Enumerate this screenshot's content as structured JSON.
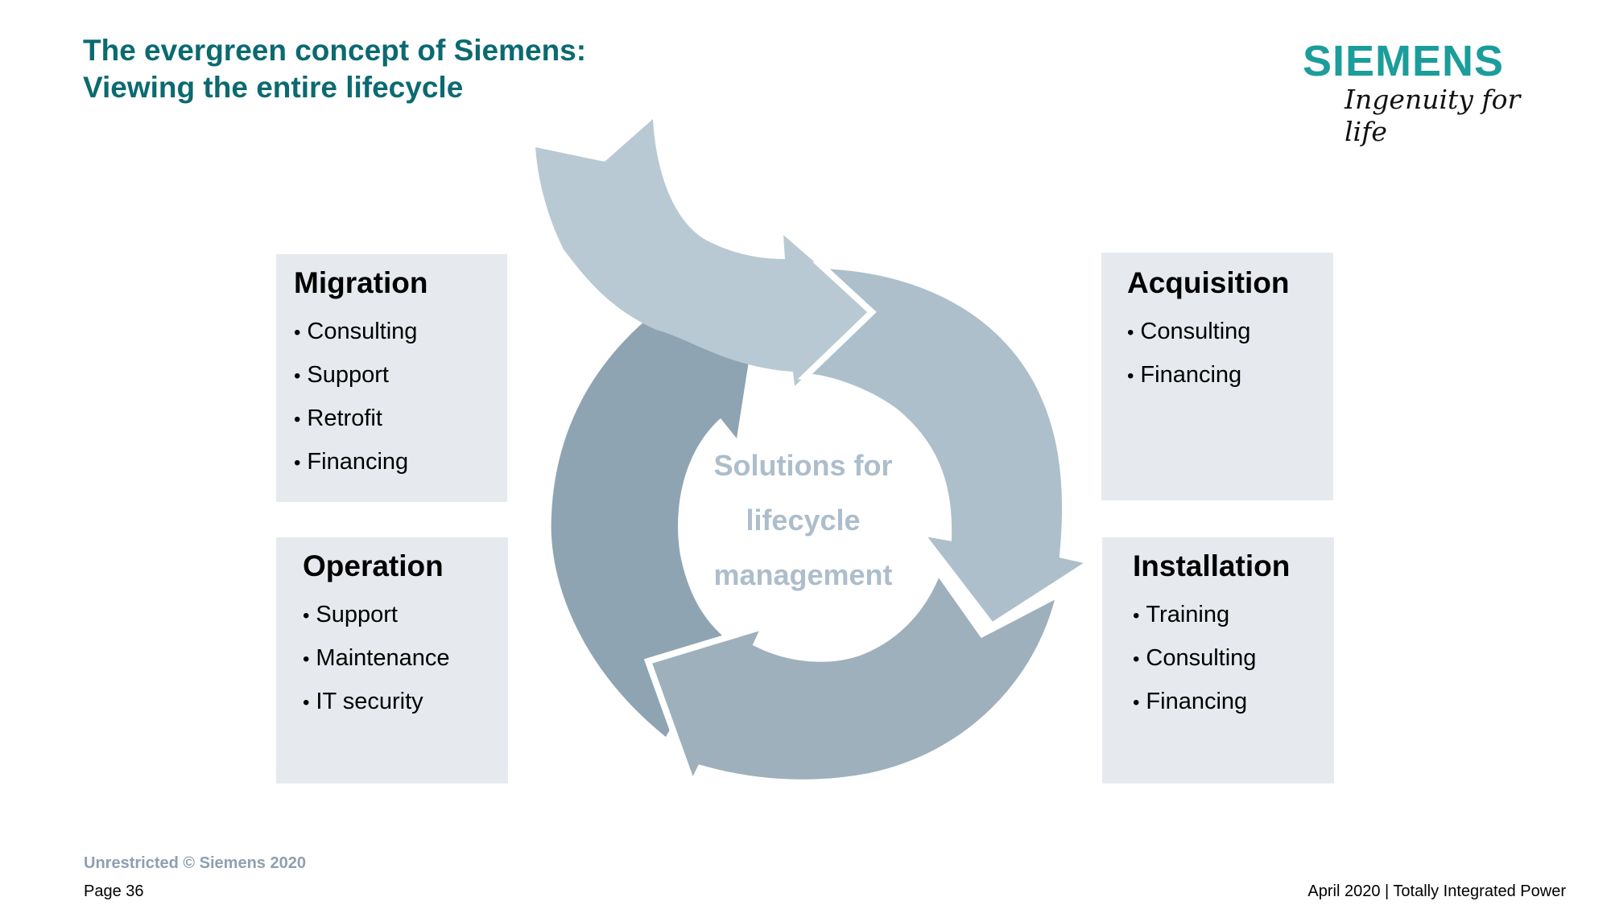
{
  "header": {
    "title_line1": "The evergreen concept of Siemens:",
    "title_line2": "Viewing the entire lifecycle"
  },
  "logo": {
    "wordmark": "SIEMENS",
    "tagline": "Ingenuity for life",
    "brand_color": "#1b9d9b"
  },
  "colors": {
    "title": "#0b6a70",
    "box_background": "#e6eaee",
    "arrow_entry": "#b9c9d3",
    "arrow_right": "#adbfcb",
    "arrow_bottom": "#9eb0bc",
    "arrow_left": "#8fa4b2",
    "center_text": "#adbdcb"
  },
  "diagram": {
    "center_label": [
      "Solutions for",
      "lifecycle",
      "management"
    ],
    "phases": [
      {
        "id": "migration",
        "title": "Migration",
        "items": [
          "Consulting",
          "Support",
          "Retrofit",
          "Financing"
        ]
      },
      {
        "id": "acquisition",
        "title": "Acquisition",
        "items": [
          "Consulting",
          "Financing"
        ]
      },
      {
        "id": "operation",
        "title": "Operation",
        "items": [
          "Support",
          "Maintenance",
          "IT security"
        ]
      },
      {
        "id": "installation",
        "title": "Installation",
        "items": [
          "Training",
          "Consulting",
          "Financing"
        ]
      }
    ]
  },
  "footer": {
    "classification": "Unrestricted © Siemens 2020",
    "page": "Page 36",
    "right": "April 2020 | Totally Integrated Power"
  }
}
